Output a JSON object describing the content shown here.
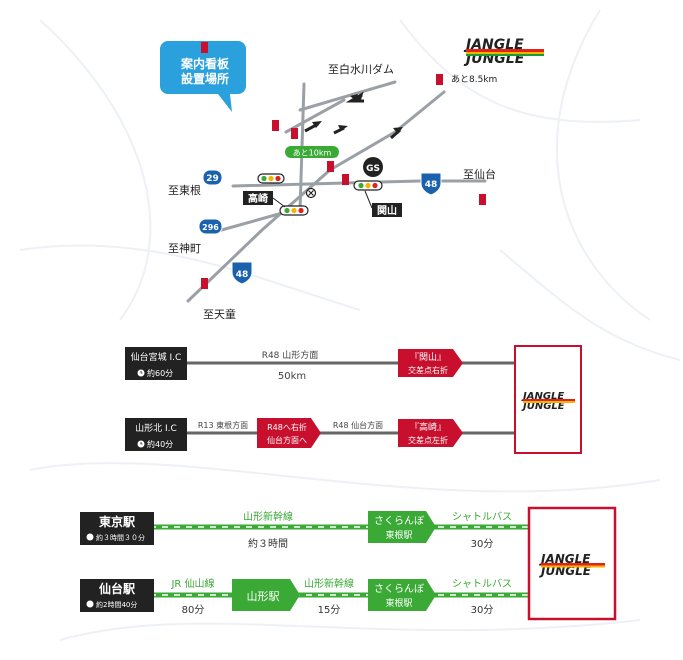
{
  "map": {
    "callout": {
      "line1": "案内看板",
      "line2": "設置場所"
    },
    "directions": {
      "shirakawa_dam": "至白水川ダム",
      "sendai": "至仙台",
      "higashine": "至東根",
      "jinmachi": "至神町",
      "tendo": "至天童"
    },
    "remaining_short": "あと10km",
    "remaining_long": "あと8.5km",
    "routes": {
      "r29": "29",
      "r296": "296",
      "r48a": "48",
      "r48b": "48"
    },
    "gs": "GS",
    "intersections": {
      "takasaki": "高崎",
      "sekiyama": "関山"
    }
  },
  "logo": {
    "line1": "JANGLE",
    "line2": "JUNGLE",
    "colors": [
      "#e2231a",
      "#f6b400",
      "#1a9a3b",
      "#222222"
    ]
  },
  "car_routes": [
    {
      "origin": "仙台宮城 I.C",
      "time": "約60分",
      "label": "R48 山形方面",
      "distance": "50km",
      "turn_tag": "『関山』",
      "turn_text": "交差点右折"
    },
    {
      "origin": "山形北 I.C",
      "time": "約40分",
      "label_1": "R13 東根方面",
      "mid_line1": "R48へ右折",
      "mid_line2": "仙台方面へ",
      "label_2": "R48 仙台方面",
      "turn_tag": "『高崎』",
      "turn_text": "交差点左折"
    }
  ],
  "train_routes": [
    {
      "origin": "東京駅",
      "time": "約３時間３０分",
      "leg1_label": "山形新幹線",
      "leg1_time": "約３時間",
      "station_line1": "さくらんぼ",
      "station_line2": "東根駅",
      "leg2_label": "シャトルバス",
      "leg2_time": "30分"
    },
    {
      "origin": "仙台駅",
      "time": "約2時間40分",
      "leg1_label": "JR 仙山線",
      "leg1_time": "80分",
      "mid_station": "山形駅",
      "leg2_label": "山形新幹線",
      "leg2_time": "15分",
      "station_line1": "さくらんぼ",
      "station_line2": "東根駅",
      "leg3_label": "シャトルバス",
      "leg3_time": "30分"
    }
  ],
  "colors": {
    "red": "#c8102e",
    "blue": "#1a62ad",
    "green": "#3aa935",
    "dark": "#222222",
    "gray": "#666666",
    "sky": "#2aa1dc"
  }
}
